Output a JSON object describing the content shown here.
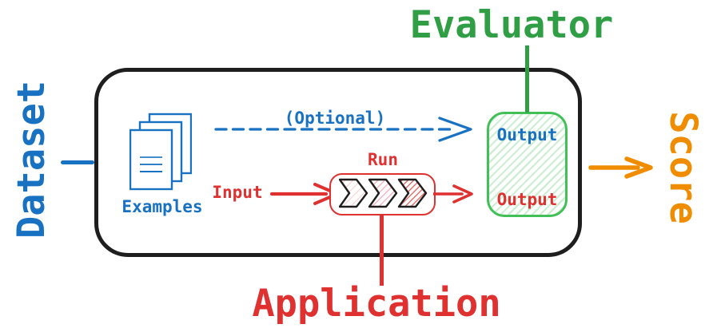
{
  "palette": {
    "blue": "#1971c2",
    "red": "#e03131",
    "green": "#2f9e44",
    "green_box_border": "#40c057",
    "green_box_hatch": "#cdeed3",
    "orange": "#f08c00",
    "ink": "#1e1e1e"
  },
  "labels": {
    "dataset": "Dataset",
    "examples": "Examples",
    "optional": "(Optional)",
    "input": "Input",
    "run": "Run",
    "output_evaluator": "Output",
    "output_application": "Output",
    "evaluator": "Evaluator",
    "application": "Application",
    "score": "Score"
  },
  "icons": {
    "examples": "documents-stack-icon",
    "run_pipeline": "chevron-pipeline-icon",
    "optional_link": "dashed-arrow-right-icon",
    "input_link": "arrow-right-icon",
    "run_output_link": "arrow-right-icon",
    "score_link": "arrow-right-icon"
  }
}
